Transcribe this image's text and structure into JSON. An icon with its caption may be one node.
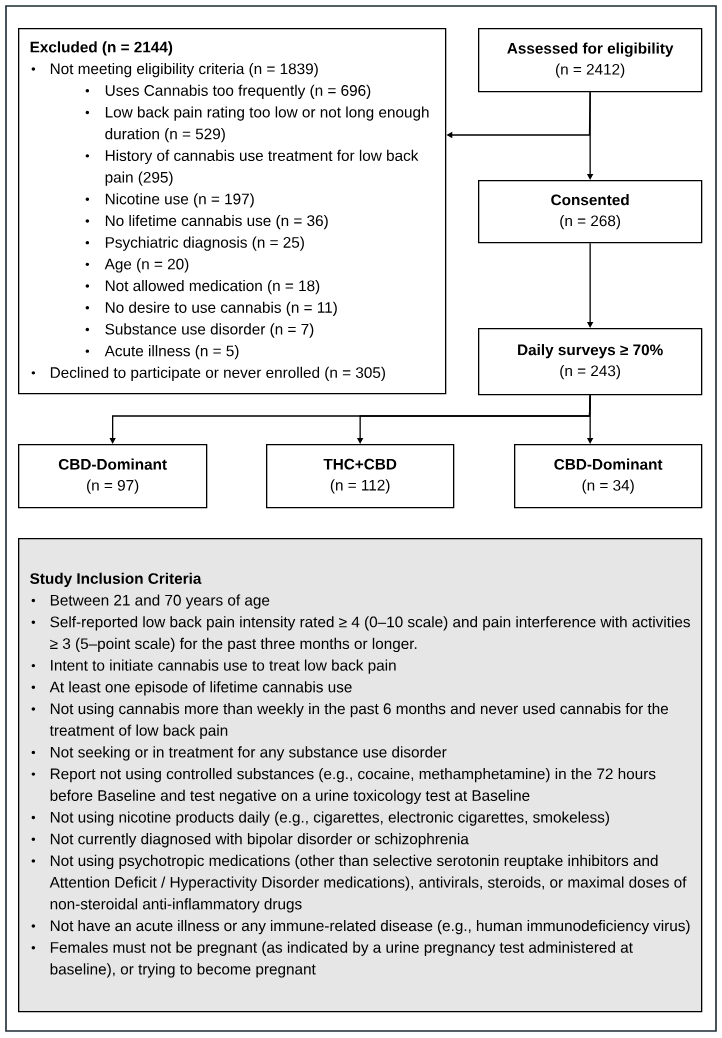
{
  "diagram": {
    "nodes": [
      {
        "text": [
          "Excluded (n = 2144)",
          "Not meeting eligibility criteria (n = 1839)",
          "Uses Cannabis too frequently (n = 696)",
          "Low back pain rating too low or not long enough duration (n = 529)",
          "History of cannabis use treatment for low back pain (295)",
          "Nicotine use (n = 197)",
          "No lifetime cannabis use (n = 36)",
          "Psychiatric diagnosis (n = 25)",
          "Age (n = 20)",
          "Not allowed medication (n = 18)",
          "No desire to use cannabis (n = 11)",
          "Substance use disorder (n = 7)",
          "Acute illness (n = 5)",
          "Declined to participate or never enrolled (n = 305)"
        ]
      },
      {
        "text": [
          "Assessed for eligibility",
          "(n = 2412)"
        ]
      },
      {
        "text": [
          "Consented",
          "(n = 268)"
        ]
      },
      {
        "text": [
          "Daily surveys ≥ 70%",
          "(n = 243)"
        ]
      },
      {
        "text": [
          "CBD-Dominant",
          "(n = 97)"
        ]
      },
      {
        "text": [
          "THC+CBD",
          "(n = 112)"
        ]
      },
      {
        "text": [
          "CBD-Dominant",
          "(n = 34)"
        ]
      },
      {
        "text": [
          "Study Inclusion Criteria",
          "Between 21 and 70 years of age",
          "Self-reported low back pain intensity rated ≥ 4 (0–10 scale) and pain interference with activities ≥ 3 (5–point scale) for the past three months or longer.",
          "Intent to initiate cannabis use to treat low back pain",
          "At least one episode of lifetime cannabis use",
          "Not using cannabis more than weekly in the past 6 months and never used cannabis for the treatment of low back pain",
          "Not seeking or in treatment for any substance use disorder",
          "Report not using controlled substances (e.g., cocaine, methamphetamine) in the 72 hours before Baseline and test negative on a urine toxicology test at Baseline",
          "Not using nicotine products daily (e.g., cigarettes, electronic cigarettes, smokeless)",
          "Not currently diagnosed with bipolar disorder or schizophrenia",
          "Not using psychotropic medications (other than selective serotonin reuptake inhibitors and Attention Deficit / Hyperactivity Disorder medications), antivirals, steroids, or maximal doses of non-steroidal anti-inflammatory drugs",
          "Not have an acute illness or any immune-related disease (e.g., human immunodeficiency virus)",
          "Females must not be pregnant (as indicated by a urine pregnancy test administered at baseline), or trying to become pregnant"
        ]
      }
    ],
    "edges": [
      {
        "from": 1,
        "to": 2,
        "arrow": "to"
      },
      {
        "from": 1,
        "to": 0,
        "arrow": "to"
      },
      {
        "from": 2,
        "to": 3,
        "arrow": "to"
      },
      {
        "from": 3,
        "to": 4,
        "arrow": "to"
      },
      {
        "from": 3,
        "to": 5,
        "arrow": "to"
      },
      {
        "from": 3,
        "to": 6,
        "arrow": "to"
      }
    ]
  }
}
